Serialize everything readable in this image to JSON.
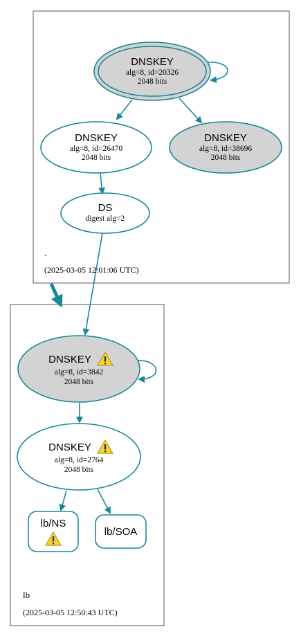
{
  "colors": {
    "edge": "#1a8796",
    "node_gray": "#d3d3d3",
    "node_white": "#ffffff",
    "frame": "#555555",
    "warn_fill": "#f5d236",
    "warn_stroke": "#b59a10"
  },
  "zones": {
    "root": {
      "label": ".",
      "timestamp": "(2025-03-05 12:01:06 UTC)"
    },
    "lb": {
      "label": "lb",
      "timestamp": "(2025-03-05 12:50:43 UTC)"
    }
  },
  "nodes": {
    "root_ksk": {
      "title": "DNSKEY",
      "line1": "alg=8, id=20326",
      "line2": "2048 bits"
    },
    "root_zsk1": {
      "title": "DNSKEY",
      "line1": "alg=8, id=26470",
      "line2": "2048 bits"
    },
    "root_zsk2": {
      "title": "DNSKEY",
      "line1": "alg=8, id=38696",
      "line2": "2048 bits"
    },
    "root_ds": {
      "title": "DS",
      "line1": "digest alg=2"
    },
    "lb_ksk": {
      "title": "DNSKEY",
      "line1": "alg=8, id=3842",
      "line2": "2048 bits",
      "warning": "warning-icon"
    },
    "lb_zsk": {
      "title": "DNSKEY",
      "line1": "alg=8, id=2764",
      "line2": "2048 bits",
      "warning": "warning-icon"
    },
    "lb_ns": {
      "title": "lb/NS",
      "warning": "warning-icon"
    },
    "lb_soa": {
      "title": "lb/SOA"
    }
  }
}
